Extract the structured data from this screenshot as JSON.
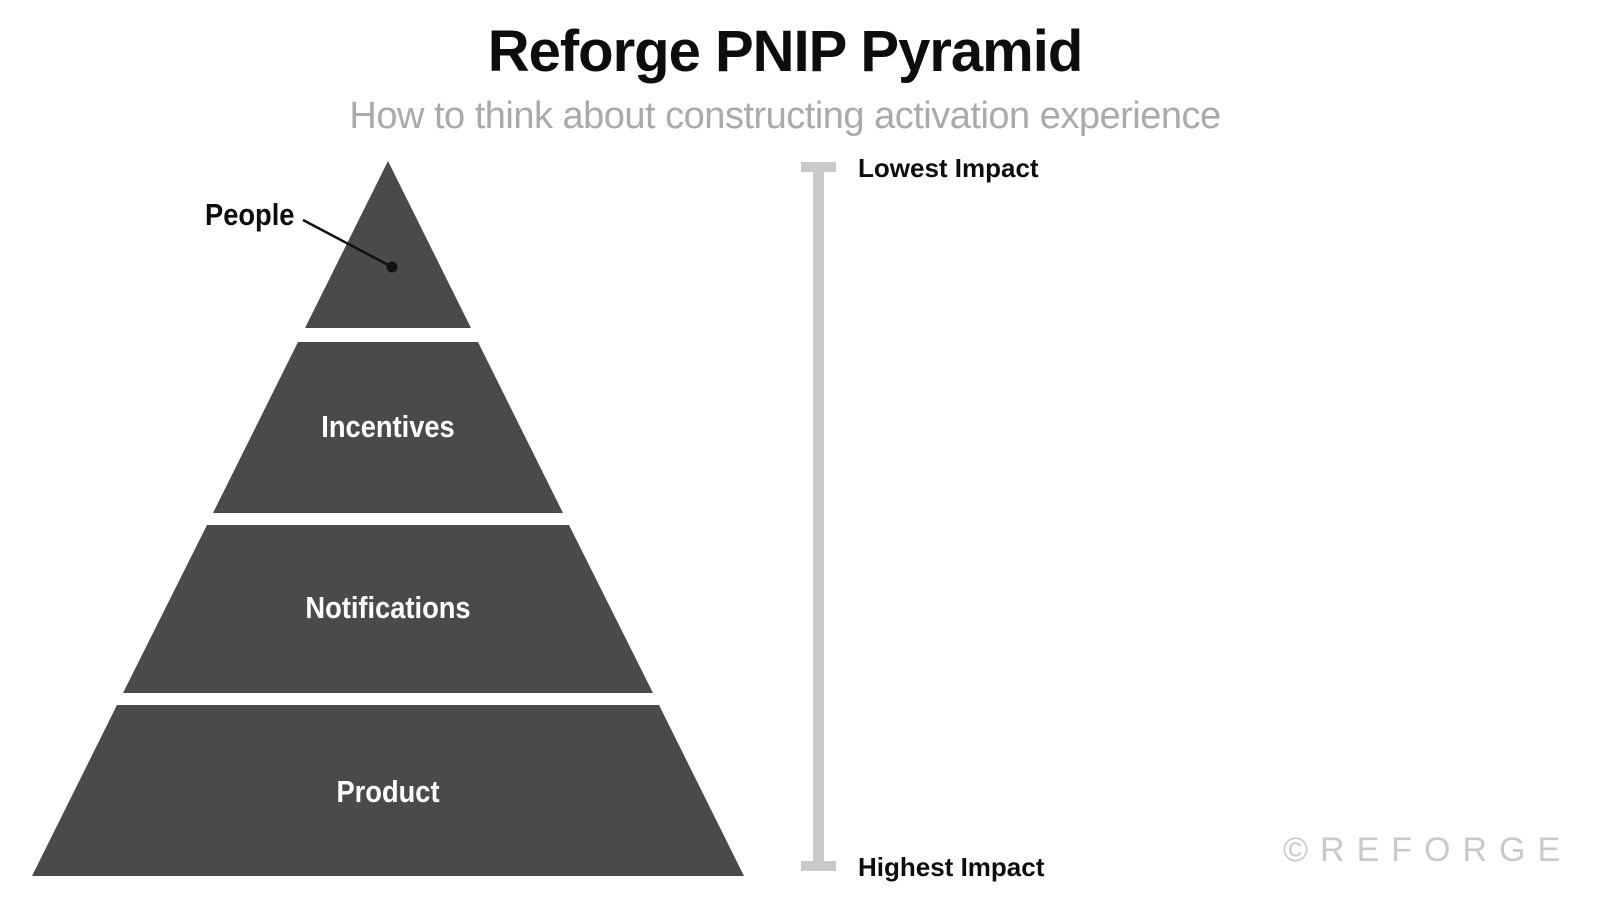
{
  "header": {
    "title": "Reforge PNIP Pyramid",
    "subtitle": "How to think about constructing activation experience"
  },
  "pyramid": {
    "fill_color": "#4a4a4a",
    "layers": [
      {
        "label": "People",
        "position": "top",
        "label_placement": "external-left"
      },
      {
        "label": "Incentives",
        "position": "second",
        "label_placement": "inside"
      },
      {
        "label": "Notifications",
        "position": "third",
        "label_placement": "inside"
      },
      {
        "label": "Product",
        "position": "bottom",
        "label_placement": "inside"
      }
    ]
  },
  "impact_scale": {
    "top_label": "Lowest Impact",
    "bottom_label": "Highest Impact",
    "line_color": "#c9c9c9"
  },
  "watermark": "©REFORGE"
}
